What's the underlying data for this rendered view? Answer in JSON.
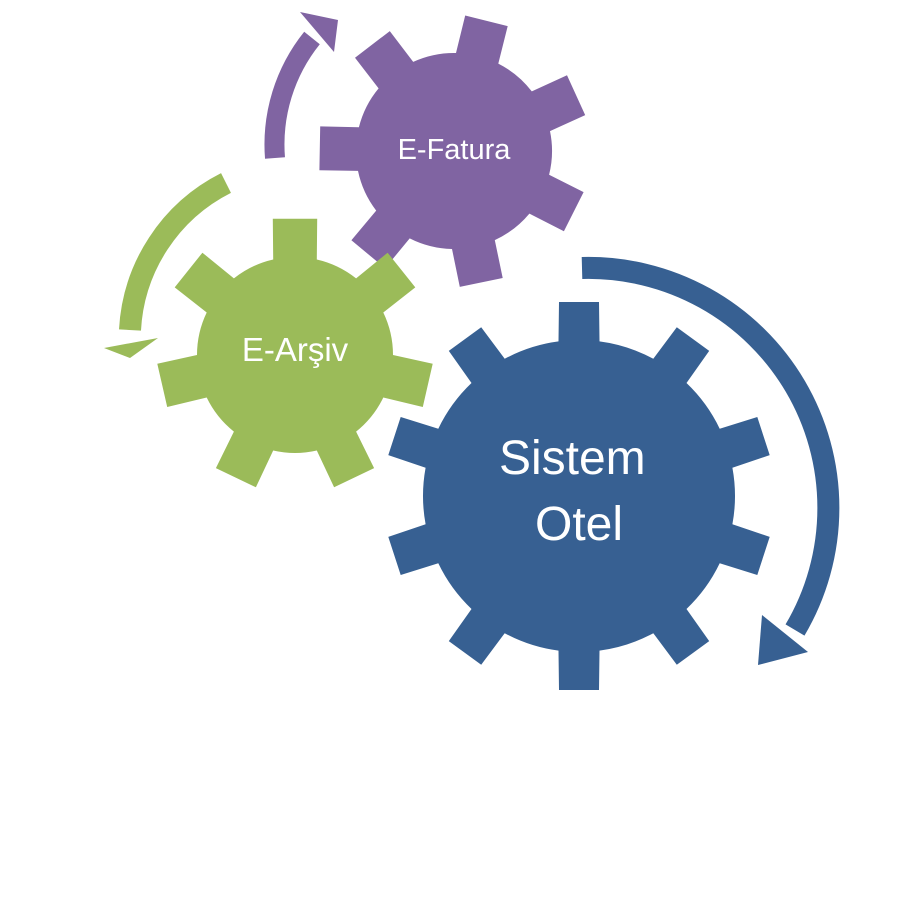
{
  "diagram": {
    "gears": [
      {
        "id": "sistem-otel",
        "lines": [
          "Sistem",
          "Otel"
        ],
        "color": "#376092"
      },
      {
        "id": "e-arsiv",
        "lines": [
          "E-Arşiv"
        ],
        "color": "#9BBB59"
      },
      {
        "id": "e-fatura",
        "lines": [
          "E-Fatura"
        ],
        "color": "#8064A2"
      }
    ],
    "arrows": [
      {
        "id": "sistem-otel-arrow",
        "color": "#376092",
        "direction": "clockwise"
      },
      {
        "id": "e-arsiv-arrow",
        "color": "#9BBB59",
        "direction": "counterclockwise"
      },
      {
        "id": "e-fatura-arrow",
        "color": "#8064A2",
        "direction": "clockwise"
      }
    ]
  }
}
